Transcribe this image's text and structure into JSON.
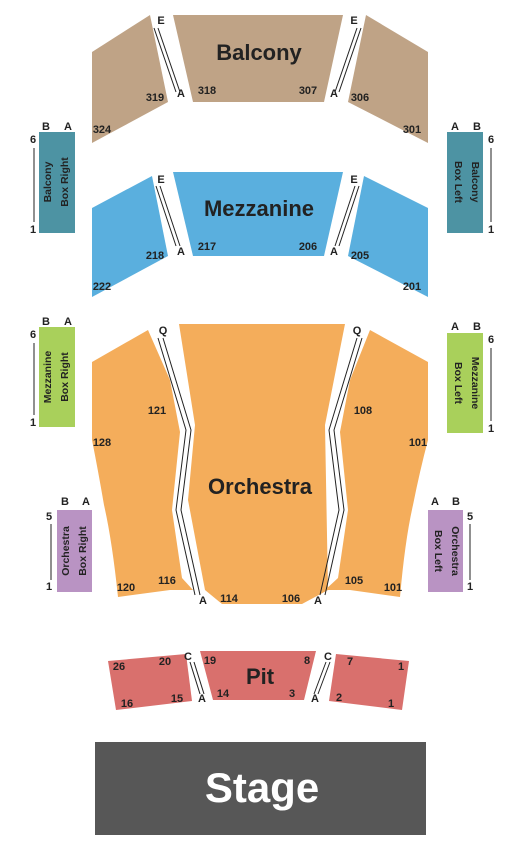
{
  "colors": {
    "balcony": "#bfa386",
    "mezzanine": "#5aafde",
    "orchestra": "#f4ad5b",
    "pit": "#d9706d",
    "stage": "#575757",
    "balcony_box": "#4d93a3",
    "mezzanine_box": "#a9d05b",
    "orchestra_box": "#b993c3"
  },
  "balcony": {
    "name": "Balcony",
    "sections": [
      "324",
      "319",
      "318",
      "307",
      "306",
      "301"
    ],
    "rows": {
      "left_e": "E",
      "left_a": "A",
      "right_e": "E",
      "right_a": "A"
    }
  },
  "mezzanine": {
    "name": "Mezzanine",
    "sections": [
      "222",
      "218",
      "217",
      "206",
      "205",
      "201"
    ],
    "rows": {
      "left_e": "E",
      "left_a": "A",
      "right_e": "E",
      "right_a": "A"
    }
  },
  "orchestra": {
    "name": "Orchestra",
    "sections": [
      "128",
      "121",
      "120",
      "116",
      "114",
      "106",
      "108",
      "101",
      "105",
      "101"
    ],
    "rows": {
      "left_q": "Q",
      "left_a": "A",
      "right_q": "Q",
      "right_a": "A"
    }
  },
  "pit": {
    "name": "Pit",
    "seats": [
      "26",
      "20",
      "16",
      "15",
      "19",
      "14",
      "8",
      "3",
      "7",
      "1",
      "2",
      "1"
    ],
    "rows": {
      "left_c": "C",
      "left_a": "A",
      "right_c": "C",
      "right_a": "A"
    }
  },
  "stage": {
    "name": "Stage"
  },
  "boxes": {
    "balcony_right": {
      "line1": "Balcony",
      "line2": "Box Right",
      "col_b": "B",
      "col_a": "A",
      "top": "6",
      "bottom": "1"
    },
    "balcony_left": {
      "line1": "Balcony",
      "line2": "Box Left",
      "col_a": "A",
      "col_b": "B",
      "top": "6",
      "bottom": "1"
    },
    "mezzanine_right": {
      "line1": "Mezzanine",
      "line2": "Box Right",
      "col_b": "B",
      "col_a": "A",
      "top": "6",
      "bottom": "1"
    },
    "mezzanine_left": {
      "line1": "Mezzanine",
      "line2": "Box Left",
      "col_a": "A",
      "col_b": "B",
      "top": "6",
      "bottom": "1"
    },
    "orchestra_right": {
      "line1": "Orchestra",
      "line2": "Box Right",
      "col_b": "B",
      "col_a": "A",
      "top": "5",
      "bottom": "1"
    },
    "orchestra_left": {
      "line1": "Orchestra",
      "line2": "Box Left",
      "col_a": "A",
      "col_b": "B",
      "top": "5",
      "bottom": "1"
    }
  }
}
